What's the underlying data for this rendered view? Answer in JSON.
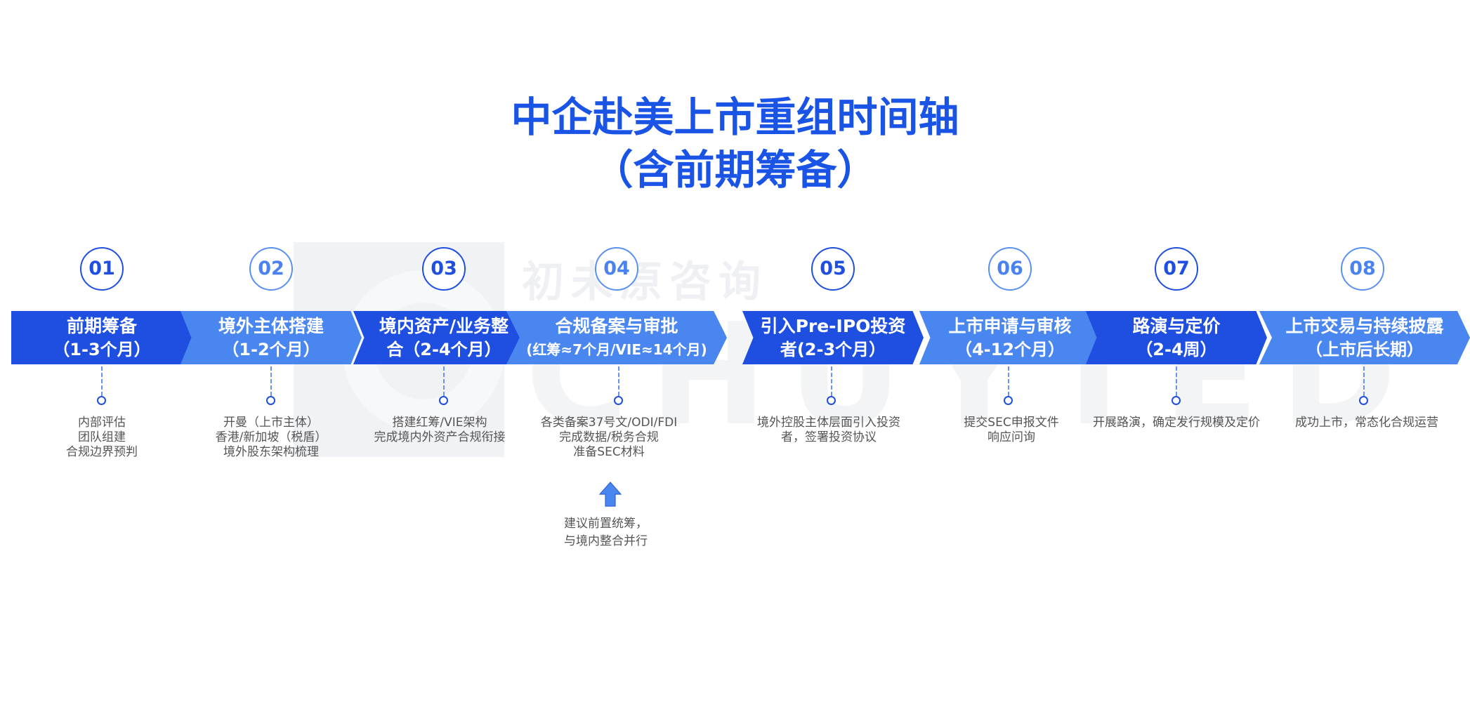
{
  "title": {
    "line1": "中企赴美上市重组时间轴",
    "line2": "（含前期筹备）"
  },
  "watermark": {
    "text_cn": "初未原咨询",
    "text_en": "CHUYTED"
  },
  "colors": {
    "dark_blue": "#1f4fe0",
    "light_blue": "#4a86f0",
    "title_blue": "#1a54e6",
    "text_gray": "#555555"
  },
  "stages": [
    {
      "num": "01",
      "line1": "前期筹备",
      "line2": "（1-3个月）",
      "desc": [
        "内部评估",
        "团队组建",
        "合规边界预判"
      ]
    },
    {
      "num": "02",
      "line1": "境外主体搭建",
      "line2": "（1-2个月）",
      "desc": [
        "开曼（上市主体）",
        "香港/新加坡（税盾）",
        "境外股东架构梳理"
      ]
    },
    {
      "num": "03",
      "line1": "境内资产/业务整",
      "line2": "合（2-4个月）",
      "desc": [
        "搭建红筹/VIE架构",
        "完成境内外资产合规衔接"
      ]
    },
    {
      "num": "04",
      "line1": "合规备案与审批",
      "line2": "(红筹≈7个月/VIE≈14个月)",
      "desc": [
        "各类备案37号文/ODI/FDI",
        "完成数据/税务合规",
        "准备SEC材料"
      ]
    },
    {
      "num": "05",
      "line1": "引入Pre-IPO投资",
      "line2": "者(2-3个月）",
      "desc": [
        "境外控股主体层面引入投资",
        "者，签署投资协议"
      ]
    },
    {
      "num": "06",
      "line1": "上市申请与审核",
      "line2": "（4-12个月）",
      "desc": [
        "提交SEC申报文件",
        "响应问询"
      ]
    },
    {
      "num": "07",
      "line1": "路演与定价",
      "line2": "（2-4周）",
      "desc": [
        "开展路演，确定发行规模及定价"
      ]
    },
    {
      "num": "08",
      "line1": "上市交易与持续披露",
      "line2": "（上市后长期）",
      "desc": [
        "成功上市，常态化合规运营"
      ]
    }
  ],
  "note": {
    "icon": "up-arrow-icon",
    "line1": "建议前置统筹，",
    "line2": "与境内整合并行"
  }
}
